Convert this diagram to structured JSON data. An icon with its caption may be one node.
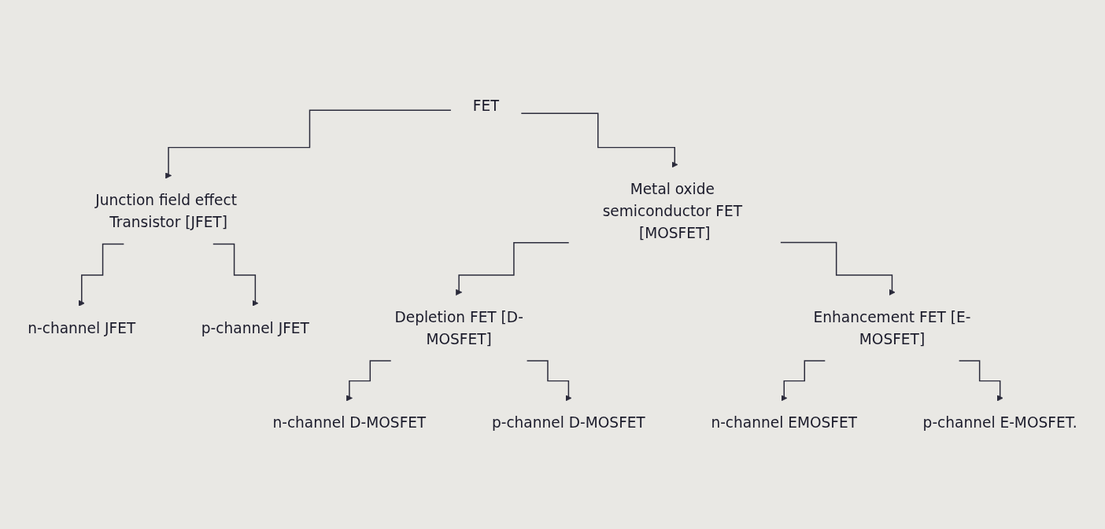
{
  "diagram": {
    "nodes": [
      {
        "text": [
          "FET"
        ]
      },
      {
        "text": [
          "Junction field effect Transistor [JFET]"
        ]
      },
      {
        "text": [
          "Metal oxide semiconductor FET [MOSFET]"
        ]
      },
      {
        "text": [
          "n-channel JFET"
        ]
      },
      {
        "text": [
          "p-channel JFET"
        ]
      },
      {
        "text": [
          "Depletion FET [D-MOSFET]"
        ]
      },
      {
        "text": [
          "Enhancement FET [E-MOSFET]"
        ]
      },
      {
        "text": [
          "n-channel D-MOSFET"
        ]
      },
      {
        "text": [
          "p-channel D-MOSFET"
        ]
      },
      {
        "text": [
          "n-channel EMOSFET"
        ]
      },
      {
        "text": [
          "p-channel E-MOSFET."
        ]
      }
    ],
    "edges": [
      {
        "from": 0,
        "to": 1,
        "arrow": "to"
      },
      {
        "from": 0,
        "to": 2,
        "arrow": "to"
      },
      {
        "from": 1,
        "to": 3,
        "arrow": "to"
      },
      {
        "from": 1,
        "to": 4,
        "arrow": "to"
      },
      {
        "from": 2,
        "to": 5,
        "arrow": "to"
      },
      {
        "from": 2,
        "to": 6,
        "arrow": "to"
      },
      {
        "from": 5,
        "to": 7,
        "arrow": "to"
      },
      {
        "from": 5,
        "to": 8,
        "arrow": "to"
      },
      {
        "from": 6,
        "to": 9,
        "arrow": "to"
      },
      {
        "from": 6,
        "to": 10,
        "arrow": "to"
      }
    ]
  }
}
